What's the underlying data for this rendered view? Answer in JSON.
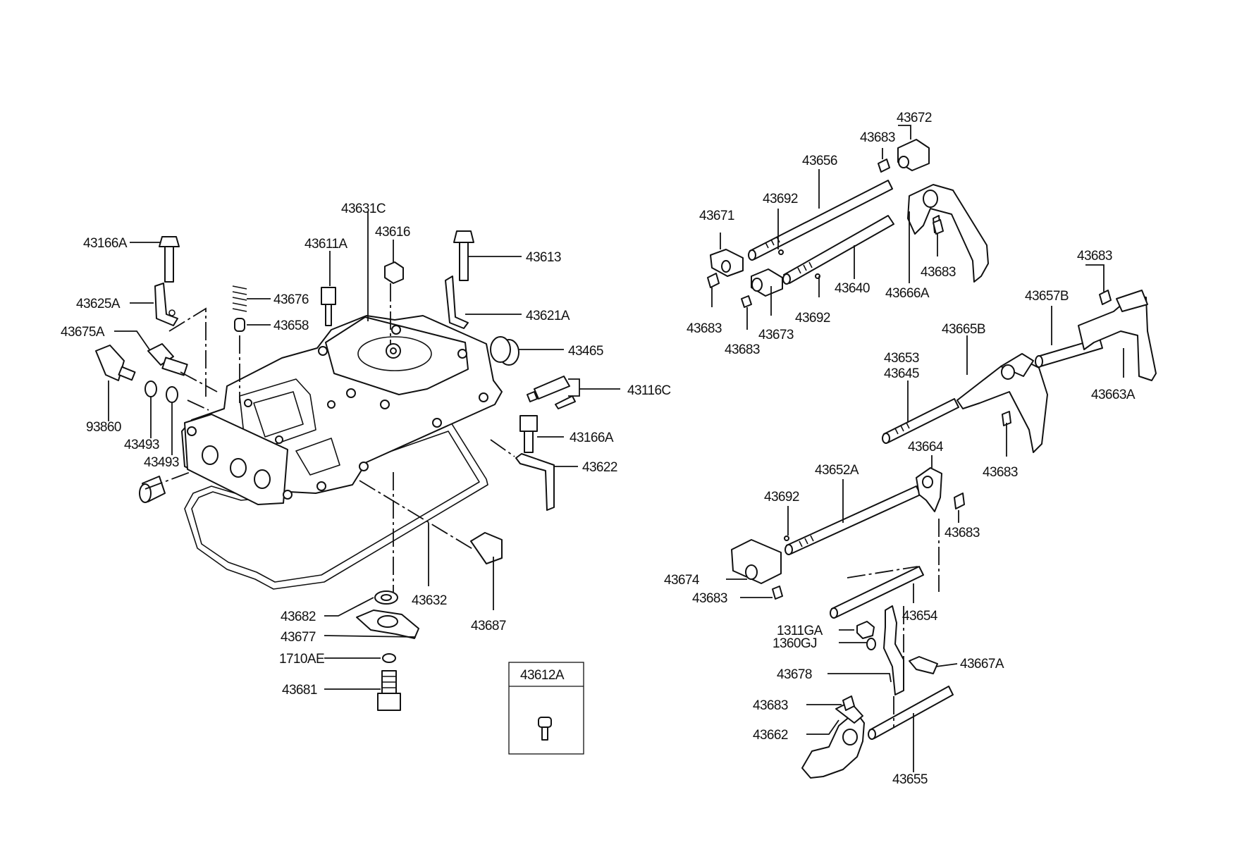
{
  "labels": {
    "p43166A_top": "43166A",
    "p43625A": "43625A",
    "p43675A": "43675A",
    "p93860": "93860",
    "p43493_a": "43493",
    "p43493_b": "43493",
    "p43611A": "43611A",
    "p43676": "43676",
    "p43658": "43658",
    "p43631C": "43631C",
    "p43616": "43616",
    "p43613": "43613",
    "p43621A": "43621A",
    "p43465": "43465",
    "p43116C": "43116C",
    "p43166A_mid": "43166A",
    "p43622": "43622",
    "p43632": "43632",
    "p43687": "43687",
    "p43682": "43682",
    "p43677": "43677",
    "p1710AE": "1710AE",
    "p43681": "43681",
    "box_label": "43612A",
    "p43672": "43672",
    "p43683_a": "43683",
    "p43656": "43656",
    "p43692_a": "43692",
    "p43671": "43671",
    "p43683_b": "43683",
    "p43640": "43640",
    "p43666A": "43666A",
    "p43683_c": "43683",
    "p43683_d": "43683",
    "p43673": "43673",
    "p43692_b": "43692",
    "p43683_e": "43683",
    "p43657B": "43657B",
    "p43665B": "43665B",
    "p43653": "43653",
    "p43645": "43645",
    "p43663A": "43663A",
    "p43683_f": "43683",
    "p43664": "43664",
    "p43652A": "43652A",
    "p43692_c": "43692",
    "p43683_g": "43683",
    "p43674": "43674",
    "p43683_h": "43683",
    "p43654": "43654",
    "p1311GA": "1311GA",
    "p1360GJ": "1360GJ",
    "p43667A": "43667A",
    "p43678": "43678",
    "p43683_i": "43683",
    "p43662": "43662",
    "p43655": "43655"
  }
}
